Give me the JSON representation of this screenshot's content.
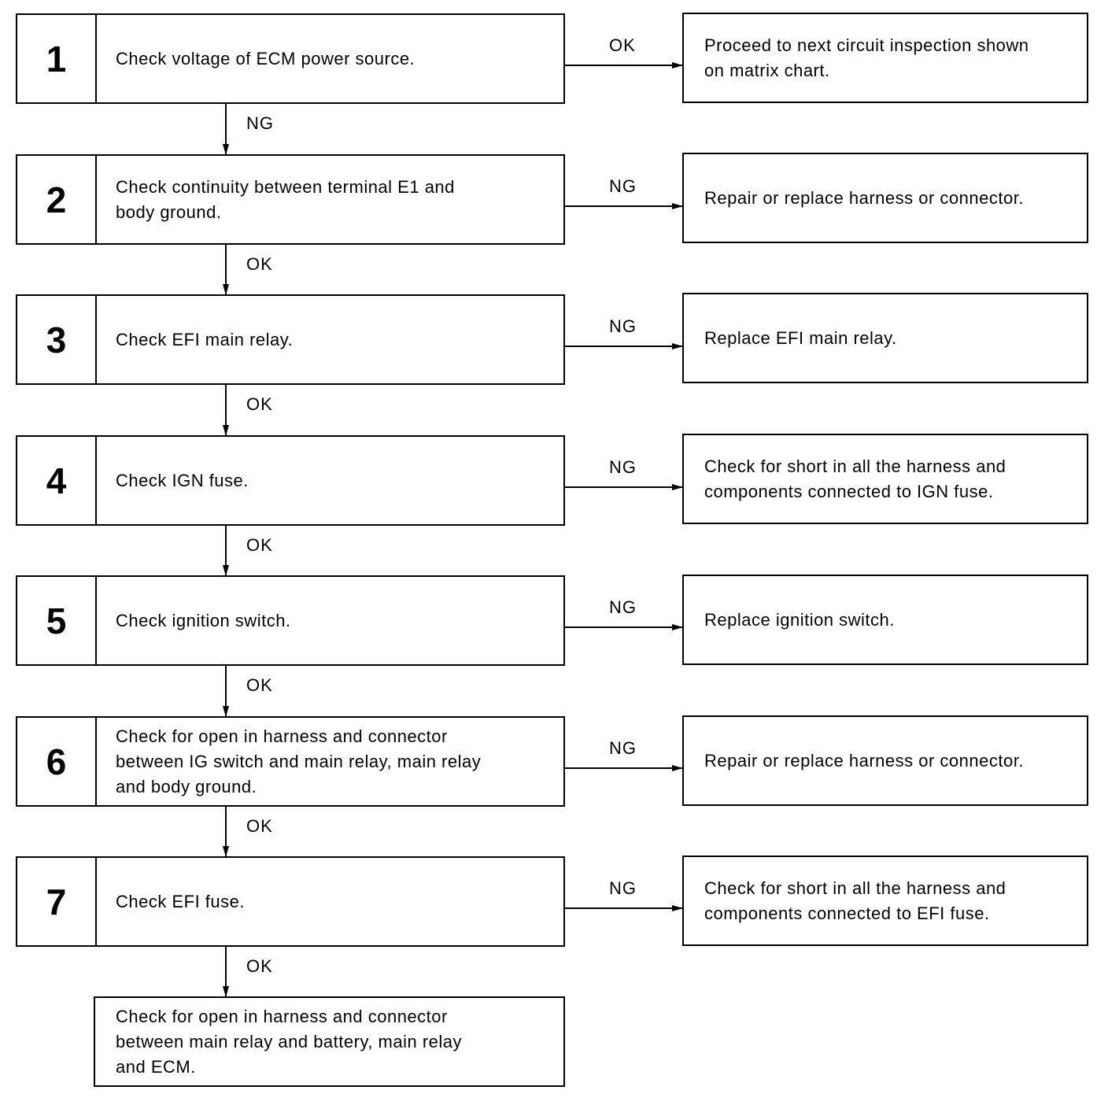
{
  "steps": [
    {
      "number": "1",
      "text": "Check voltage of ECM power source.",
      "branch_label": "OK",
      "result": "Proceed to next circuit inspection shown\non matrix chart.",
      "down_label": "NG"
    },
    {
      "number": "2",
      "text": "Check continuity between terminal E1 and\nbody ground.",
      "branch_label": "NG",
      "result": "Repair or replace harness or connector.",
      "down_label": "OK"
    },
    {
      "number": "3",
      "text": "Check EFI main relay.",
      "branch_label": "NG",
      "result": "Replace EFI main relay.",
      "down_label": "OK"
    },
    {
      "number": "4",
      "text": "Check IGN fuse.",
      "branch_label": "NG",
      "result": "Check for short in all the harness and\ncomponents connected to IGN fuse.",
      "down_label": "OK"
    },
    {
      "number": "5",
      "text": "Check ignition switch.",
      "branch_label": "NG",
      "result": "Replace ignition switch.",
      "down_label": "OK"
    },
    {
      "number": "6",
      "text": "Check for open in harness and connector\nbetween IG switch and main relay, main relay\nand body ground.",
      "branch_label": "NG",
      "result": "Repair or replace harness or connector.",
      "down_label": "OK"
    },
    {
      "number": "7",
      "text": "Check EFI fuse.",
      "branch_label": "NG",
      "result": "Check for short in all the harness and\ncomponents connected to EFI fuse.",
      "down_label": "OK"
    }
  ],
  "final": {
    "text": "Check for open in harness and connector\nbetween main relay and battery, main relay\nand ECM."
  }
}
